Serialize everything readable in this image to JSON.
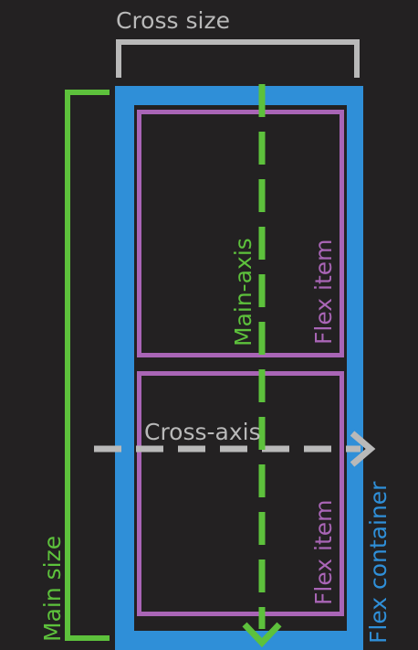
{
  "labels": {
    "cross_size": "Cross size",
    "main_size": "Main size",
    "main_axis": "Main-axis",
    "cross_axis": "Cross-axis",
    "flex_item_top": "Flex item",
    "flex_item_bottom": "Flex item",
    "flex_container": "Flex container"
  },
  "colors": {
    "background": "#232122",
    "container": "#2f8fd8",
    "item": "#a965b6",
    "main": "#5dc13c",
    "cross": "#b9b9b9"
  }
}
